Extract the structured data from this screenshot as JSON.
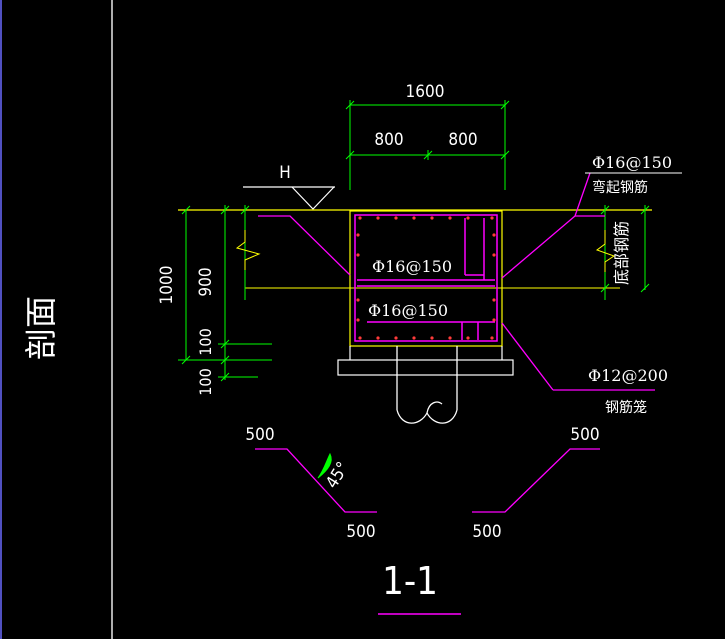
{
  "side_panel": {
    "label": "剖面"
  },
  "drawing": {
    "section_title": "1-1",
    "elevation_mark": "H",
    "dimensions": {
      "total_width": "1600",
      "half_width_left": "800",
      "half_width_right": "800",
      "total_height": "1000",
      "upper_height": "900",
      "lower_height_a": "100",
      "lower_height_b": "100",
      "slope_top_left": "500",
      "slope_top_right": "500",
      "slope_bottom_left": "500",
      "slope_bottom_right": "500",
      "slope_angle": "45°"
    },
    "rebar_labels": {
      "top_bent": "Φ16@150",
      "top_bent_note": "弯起钢筋",
      "inner_upper": "Φ16@150",
      "inner_lower": "Φ16@150",
      "stirrup": "Φ12@200",
      "stirrup_note": "钢筋笼",
      "side_note": "底部钢筋"
    },
    "colors": {
      "background": "#000000",
      "dimension": "#00ff00",
      "rebar": "#ff00ff",
      "concrete": "#ffff00",
      "outline": "#ffffff",
      "panel_border": "#6b6bff"
    }
  }
}
